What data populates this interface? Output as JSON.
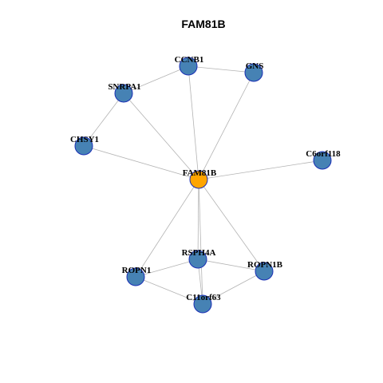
{
  "title": "FAM81B",
  "colors": {
    "center_fill": "#FFA500",
    "node_fill": "#4682B4",
    "node_stroke": "#1A2FB5",
    "edge": "#B3B3B3",
    "text": "#000000"
  },
  "nodes": [
    {
      "id": "FAM81B",
      "label": "FAM81B",
      "center": true
    },
    {
      "id": "CCNB1",
      "label": "CCNB1"
    },
    {
      "id": "GNS",
      "label": "GNS"
    },
    {
      "id": "SNRPA1",
      "label": "SNRPA1"
    },
    {
      "id": "CHSY1",
      "label": "CHSY1"
    },
    {
      "id": "C6orf118",
      "label": "C6orf118"
    },
    {
      "id": "RSPH4A",
      "label": "RSPH4A"
    },
    {
      "id": "ROPN1",
      "label": "ROPN1"
    },
    {
      "id": "ROPN1B",
      "label": "ROPN1B"
    },
    {
      "id": "C11orf63",
      "label": "C11orf63"
    }
  ],
  "edges": [
    [
      "FAM81B",
      "CCNB1"
    ],
    [
      "FAM81B",
      "GNS"
    ],
    [
      "FAM81B",
      "SNRPA1"
    ],
    [
      "FAM81B",
      "CHSY1"
    ],
    [
      "FAM81B",
      "C6orf118"
    ],
    [
      "FAM81B",
      "RSPH4A"
    ],
    [
      "FAM81B",
      "ROPN1"
    ],
    [
      "FAM81B",
      "ROPN1B"
    ],
    [
      "FAM81B",
      "C11orf63"
    ],
    [
      "CCNB1",
      "GNS"
    ],
    [
      "CCNB1",
      "SNRPA1"
    ],
    [
      "SNRPA1",
      "CHSY1"
    ],
    [
      "RSPH4A",
      "ROPN1"
    ],
    [
      "RSPH4A",
      "ROPN1B"
    ],
    [
      "RSPH4A",
      "C11orf63"
    ],
    [
      "ROPN1",
      "C11orf63"
    ],
    [
      "ROPN1B",
      "C11orf63"
    ]
  ]
}
